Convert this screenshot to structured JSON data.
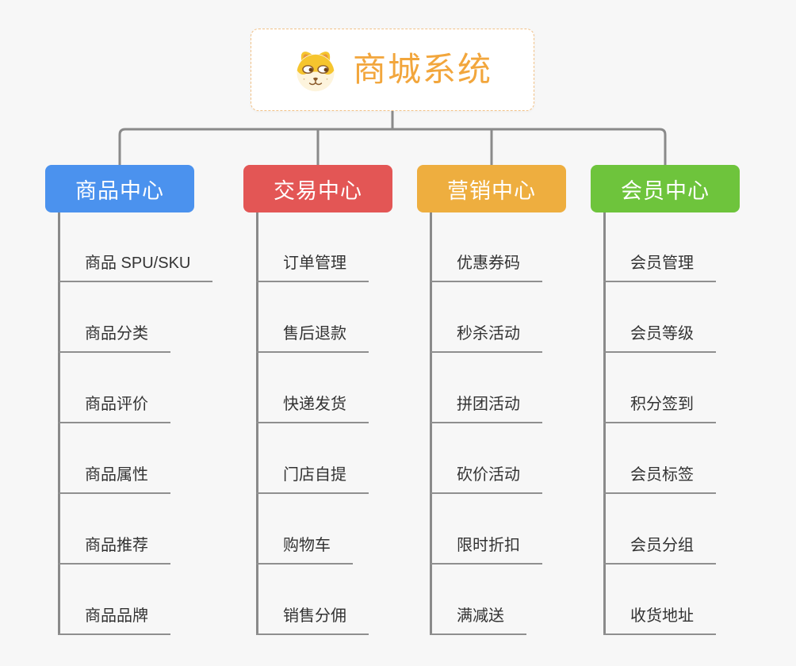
{
  "root": {
    "title": "商城系统",
    "icon": "dog-face-icon",
    "title_color": "#f2a63c",
    "border_color": "#f2c288"
  },
  "style": {
    "background": "#f7f7f7",
    "connector_color": "#8a8a8a",
    "underline_color": "#8f8f8f",
    "leaf_text_color": "#333333"
  },
  "branches": [
    {
      "label": "商品中心",
      "color": "#4b92ee",
      "items": [
        "商品 SPU/SKU",
        "商品分类",
        "商品评价",
        "商品属性",
        "商品推荐",
        "商品品牌"
      ]
    },
    {
      "label": "交易中心",
      "color": "#e35655",
      "items": [
        "订单管理",
        "售后退款",
        "快递发货",
        "门店自提",
        "购物车",
        "销售分佣"
      ]
    },
    {
      "label": "营销中心",
      "color": "#eeae3f",
      "items": [
        "优惠券码",
        "秒杀活动",
        "拼团活动",
        "砍价活动",
        "限时折扣",
        "满减送"
      ]
    },
    {
      "label": "会员中心",
      "color": "#6ec43c",
      "items": [
        "会员管理",
        "会员等级",
        "积分签到",
        "会员标签",
        "会员分组",
        "收货地址"
      ]
    }
  ]
}
